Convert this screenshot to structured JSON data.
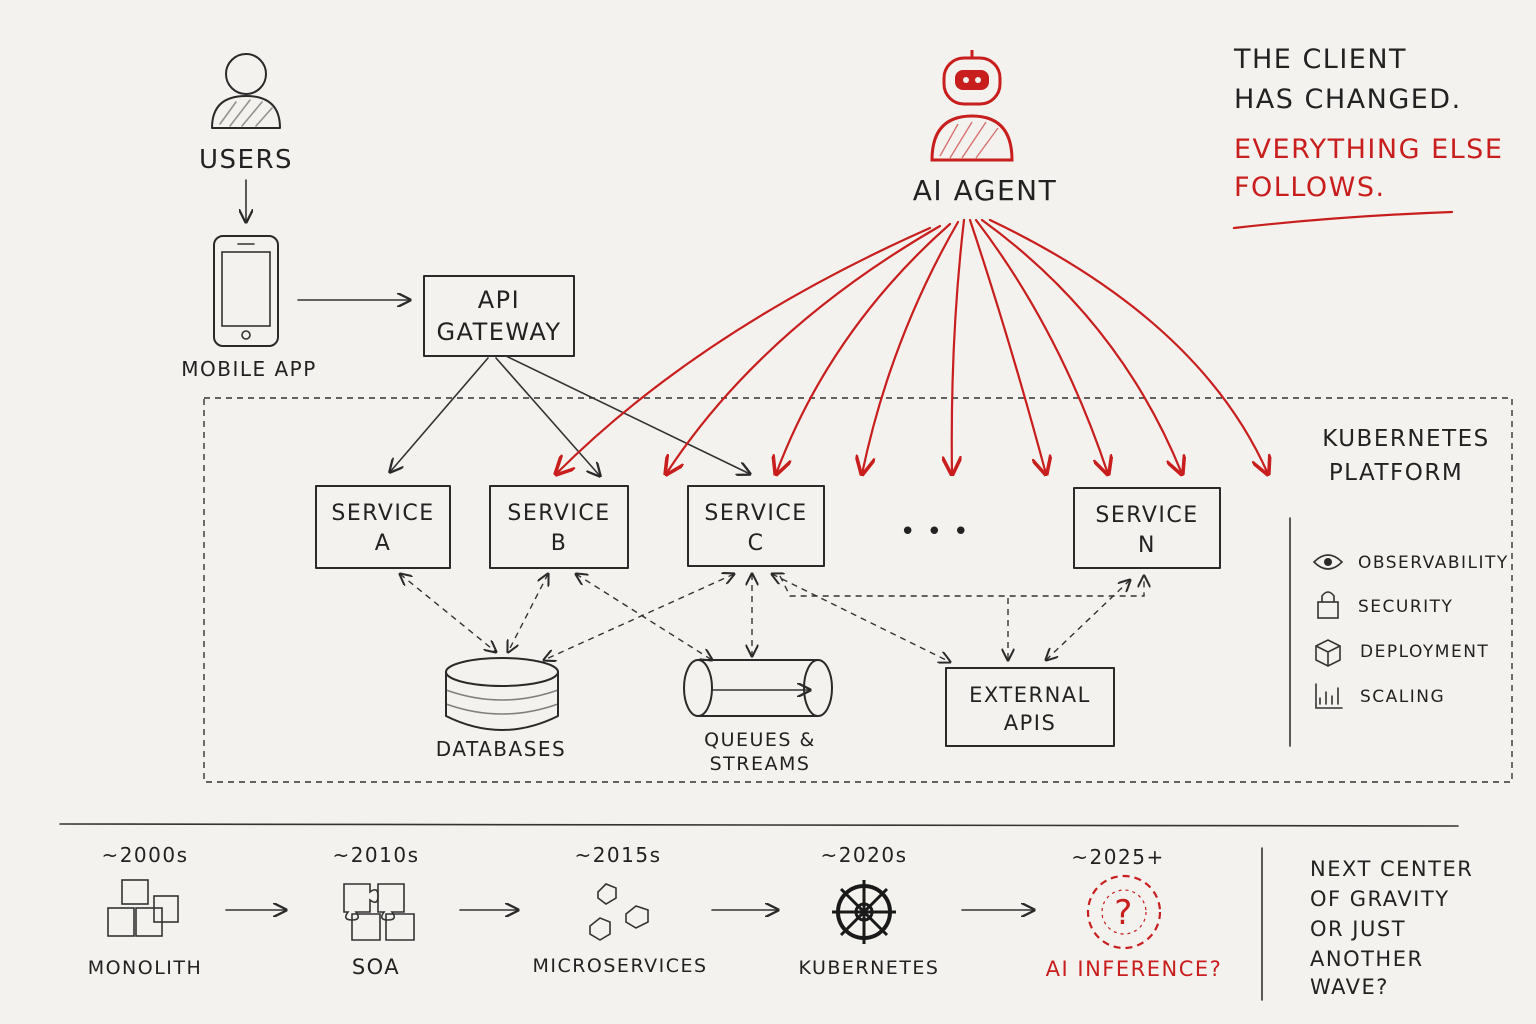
{
  "headline": {
    "line1": "THE CLIENT",
    "line2": "HAS CHANGED.",
    "red_line1": "EVERYTHING ELSE",
    "red_line2": "FOLLOWS."
  },
  "users_label": "USERS",
  "mobile_label": "MOBILE APP",
  "gateway": {
    "line1": "API",
    "line2": "GATEWAY"
  },
  "agent_label": "AI AGENT",
  "platform": {
    "line1": "KUBERNETES",
    "line2": "PLATFORM"
  },
  "services": [
    {
      "line1": "SERVICE",
      "line2": "A"
    },
    {
      "line1": "SERVICE",
      "line2": "B"
    },
    {
      "line1": "SERVICE",
      "line2": "C"
    },
    {
      "line1": "SERVICE",
      "line2": "N"
    }
  ],
  "ellipsis": "• • •",
  "databases_label": "DATABASES",
  "queues": {
    "line1": "QUEUES &",
    "line2": "STREAMS"
  },
  "external": {
    "line1": "EXTERNAL",
    "line2": "APIS"
  },
  "features": [
    {
      "icon": "eye-icon",
      "label": "OBSERVABILITY"
    },
    {
      "icon": "lock-icon",
      "label": "SECURITY"
    },
    {
      "icon": "cube-icon",
      "label": "DEPLOYMENT"
    },
    {
      "icon": "chart-icon",
      "label": "SCALING"
    }
  ],
  "timeline": [
    {
      "era": "~2000s",
      "label": "MONOLITH",
      "icon": "blocks-icon"
    },
    {
      "era": "~2010s",
      "label": "SOA",
      "icon": "puzzle-icon"
    },
    {
      "era": "~2015s",
      "label": "MICROSERVICES",
      "icon": "hexagons-icon"
    },
    {
      "era": "~2020s",
      "label": "KUBERNETES",
      "icon": "helm-wheel-icon"
    },
    {
      "era": "~2025+",
      "label": "AI INFERENCE?",
      "icon": "question-icon"
    }
  ],
  "question_mark": "?",
  "closing": {
    "line1": "NEXT CENTER",
    "line2": "OF GRAVITY",
    "line3": "OR JUST",
    "line4": "ANOTHER",
    "line5": "WAVE?"
  },
  "colors": {
    "ink": "#2a2a2a",
    "accent": "#c81e1e",
    "paper": "#f3f2ee"
  }
}
